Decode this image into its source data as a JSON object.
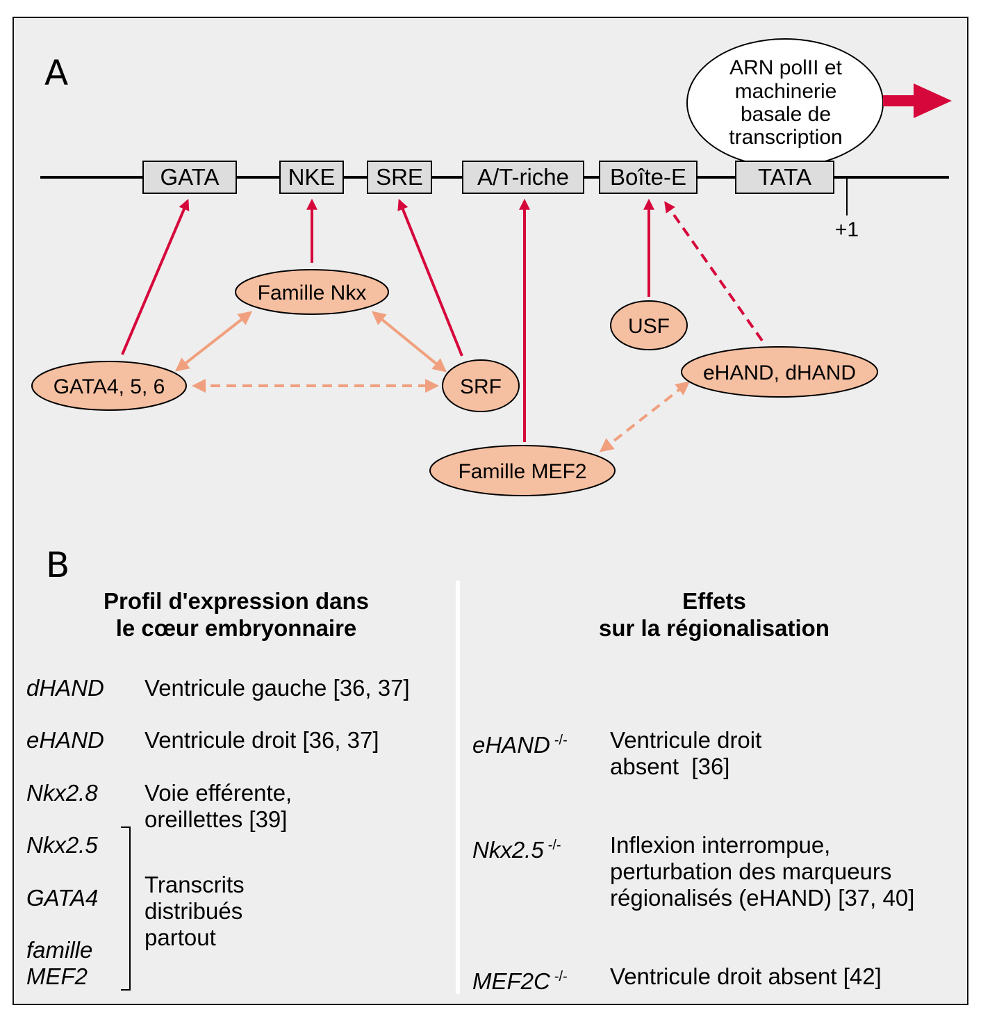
{
  "colors": {
    "background": "#eeeeee",
    "element_fill": "#dddddd",
    "factor_fill": "#f5bfa1",
    "binding_arrow": "#d6083b",
    "interaction_arrow": "#f0a07e",
    "polymerase_fill": "#ffffff"
  },
  "panel_a": {
    "label": "A",
    "promoter_elements": [
      {
        "id": "gata",
        "label": "GATA"
      },
      {
        "id": "nke",
        "label": "NKE"
      },
      {
        "id": "sre",
        "label": "SRE"
      },
      {
        "id": "at",
        "label": "A/T-riche"
      },
      {
        "id": "ebox",
        "label": "Boîte-E"
      },
      {
        "id": "tata",
        "label": "TATA"
      }
    ],
    "start_site_label": "+1",
    "polymerase": {
      "lines": [
        "ARN polII et",
        "machinerie",
        "basale de",
        "transcription"
      ]
    },
    "factors": [
      {
        "id": "nkx",
        "label": "Famille Nkx"
      },
      {
        "id": "gata456",
        "label": "GATA4, 5, 6"
      },
      {
        "id": "srf",
        "label": "SRF"
      },
      {
        "id": "usf",
        "label": "USF"
      },
      {
        "id": "hand",
        "label": "eHAND, dHAND"
      },
      {
        "id": "mef2",
        "label": "Famille MEF2"
      }
    ],
    "binding_links": [
      {
        "from": "gata456",
        "to": "gata",
        "style": "solid"
      },
      {
        "from": "nkx",
        "to": "nke",
        "style": "solid"
      },
      {
        "from": "srf",
        "to": "sre",
        "style": "solid"
      },
      {
        "from": "mef2",
        "to": "at",
        "style": "solid"
      },
      {
        "from": "usf",
        "to": "ebox",
        "style": "solid"
      },
      {
        "from": "hand",
        "to": "ebox",
        "style": "dashed"
      }
    ],
    "interaction_links": [
      {
        "a": "gata456",
        "b": "nkx",
        "style": "solid"
      },
      {
        "a": "nkx",
        "b": "srf",
        "style": "solid"
      },
      {
        "a": "gata456",
        "b": "srf",
        "style": "dashed"
      },
      {
        "a": "mef2",
        "b": "hand",
        "style": "dashed"
      }
    ]
  },
  "panel_b": {
    "label": "B",
    "left_header": [
      "Profil d'expression dans",
      "le cœur embryonnaire"
    ],
    "right_header": [
      "Effets",
      "sur la régionalisation"
    ],
    "expression": [
      {
        "gene": "dHAND",
        "profile": [
          "Ventricule gauche [36, 37]"
        ]
      },
      {
        "gene": "eHAND",
        "profile": [
          "Ventricule droit [36, 37]"
        ]
      },
      {
        "gene": "Nkx2.8",
        "profile": [
          "Voie efférente,",
          "oreillettes [39]"
        ]
      }
    ],
    "grouped_genes": [
      "Nkx2.5",
      "GATA4",
      "famille",
      "MEF2"
    ],
    "grouped_profile": [
      "Transcrits",
      "distribués",
      "partout"
    ],
    "effects": [
      {
        "gene": "eHAND",
        "genotype": "-/-",
        "effect": [
          "Ventricule droit",
          "absent  [36]"
        ]
      },
      {
        "gene": "Nkx2.5",
        "genotype": "-/-",
        "effect": [
          "Inflexion interrompue,",
          "perturbation des marqueurs",
          "régionalisés (eHAND) [37, 40]"
        ]
      },
      {
        "gene": "MEF2C",
        "genotype": "-/-",
        "effect": [
          "Ventricule droit absent [42]"
        ]
      }
    ]
  }
}
